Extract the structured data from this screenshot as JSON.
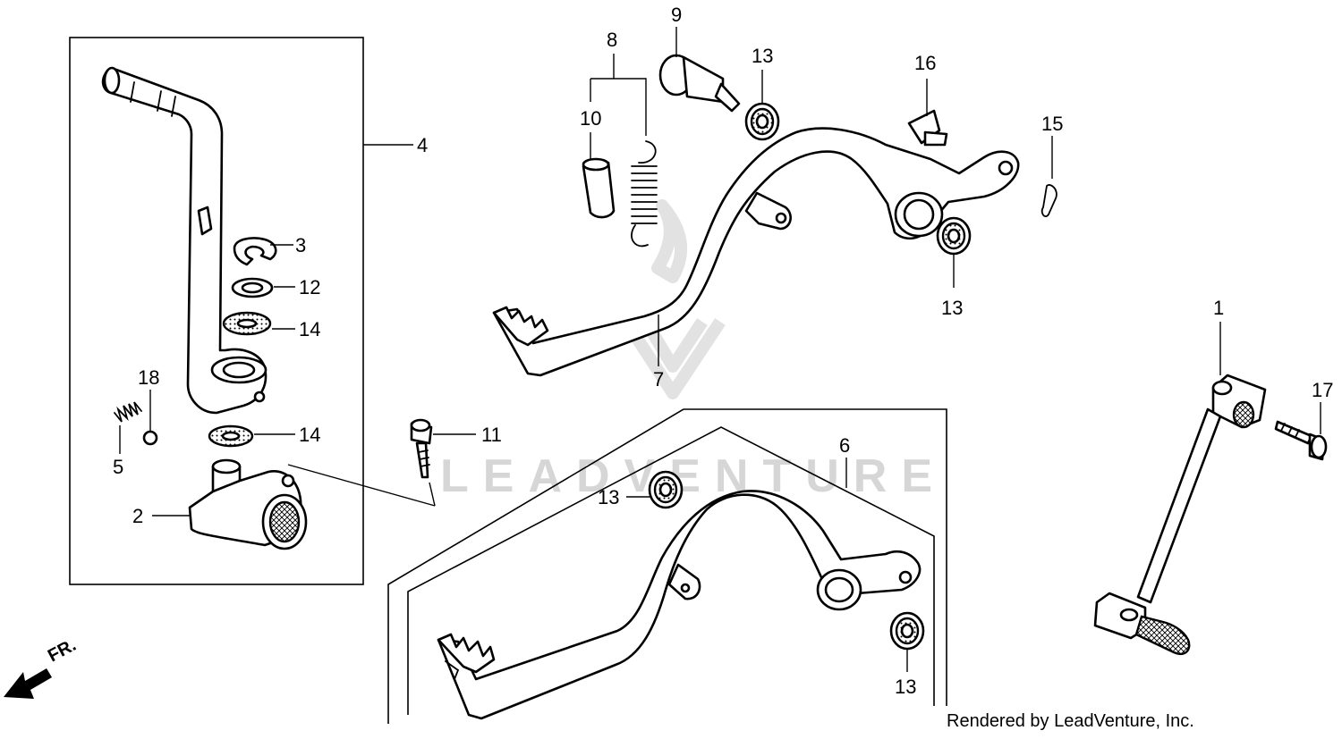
{
  "callouts": {
    "c1": "1",
    "c2": "2",
    "c3": "3",
    "c4": "4",
    "c5": "5",
    "c6": "6",
    "c7": "7",
    "c8": "8",
    "c9": "9",
    "c10": "10",
    "c11": "11",
    "c12": "12",
    "c13a": "13",
    "c13b": "13",
    "c13c": "13",
    "c13d": "13",
    "c14a": "14",
    "c14b": "14",
    "c15": "15",
    "c16": "16",
    "c17": "17",
    "c18": "18"
  },
  "watermark": {
    "text": "LEADVENTURE"
  },
  "direction_label": "FR.",
  "credit": "Rendered by LeadVenture, Inc."
}
